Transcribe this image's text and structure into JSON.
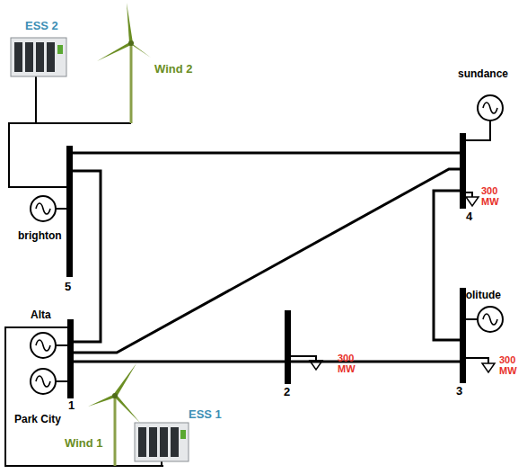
{
  "diagram": {
    "nodes": [
      {
        "text": [
          "5"
        ]
      },
      {
        "text": [
          "4"
        ]
      },
      {
        "text": [
          "1"
        ]
      },
      {
        "text": [
          "2"
        ]
      },
      {
        "text": [
          "3"
        ]
      }
    ],
    "edges": [
      {
        "from": 0,
        "to": 1,
        "arrow": "none"
      },
      {
        "from": 0,
        "to": 2,
        "arrow": "none"
      },
      {
        "from": 2,
        "to": 1,
        "arrow": "none"
      },
      {
        "from": 2,
        "to": 3,
        "arrow": "none"
      },
      {
        "from": 3,
        "to": 4,
        "arrow": "none"
      },
      {
        "from": 1,
        "to": 4,
        "arrow": "none"
      }
    ],
    "labels": [
      "ESS 2",
      "Wind 2",
      "sundance",
      "300 MW",
      "brighton",
      "solitude",
      "Alta",
      "300 MW",
      "300 MW",
      "Park City",
      "Wind 1",
      "ESS 1"
    ]
  }
}
